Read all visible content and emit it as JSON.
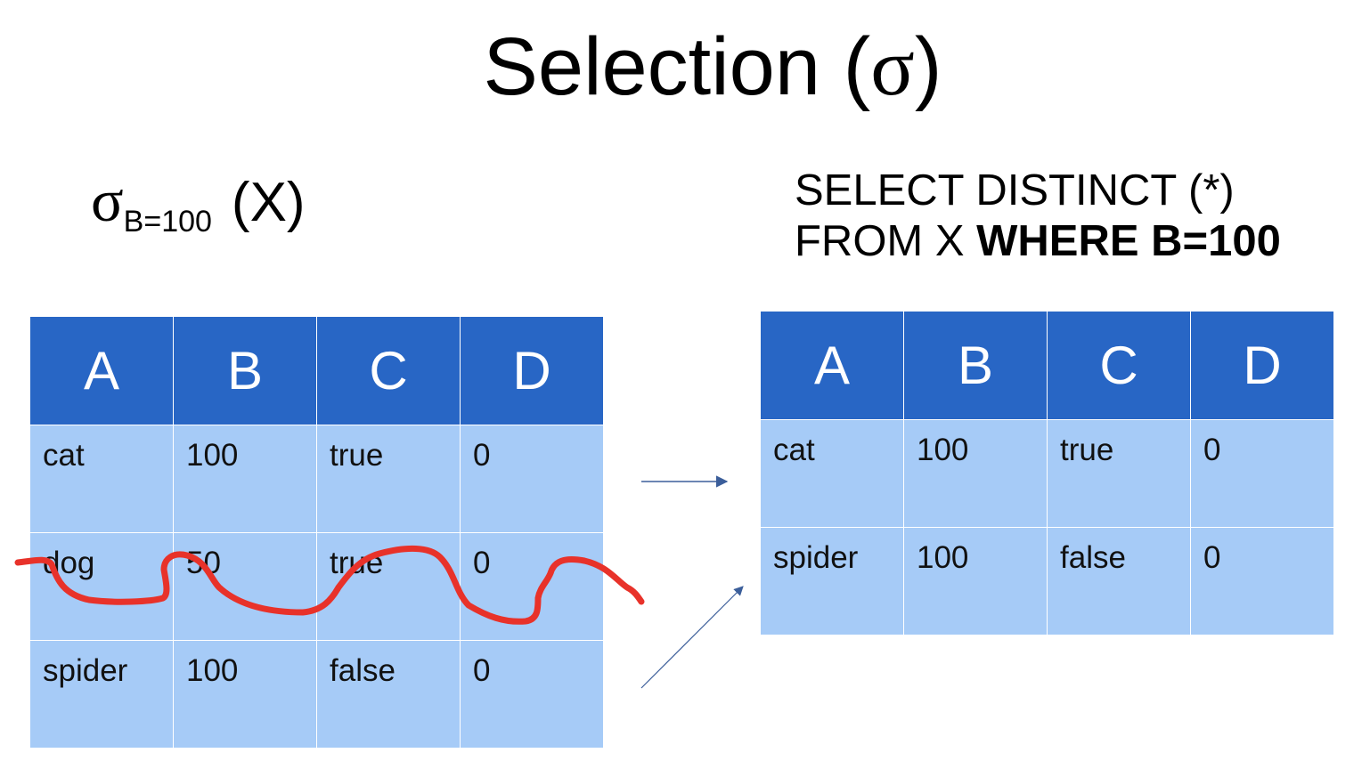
{
  "title": {
    "text": "Selection (",
    "sigma": "σ",
    "close": ")"
  },
  "formula": {
    "sigma": "σ",
    "subscript": "B=100",
    "argument": "(X)"
  },
  "sql": {
    "line1": "SELECT DISTINCT (*)",
    "line2_plain": "FROM X ",
    "line2_bold": "WHERE B=100"
  },
  "input_table": {
    "headers": [
      "A",
      "B",
      "C",
      "D"
    ],
    "rows": [
      [
        "cat",
        "100",
        "true",
        "0"
      ],
      [
        "dog",
        "50",
        "true",
        "0"
      ],
      [
        "spider",
        "100",
        "false",
        "0"
      ]
    ]
  },
  "result_table": {
    "headers": [
      "A",
      "B",
      "C",
      "D"
    ],
    "rows": [
      [
        "cat",
        "100",
        "true",
        "0"
      ],
      [
        "spider",
        "100",
        "false",
        "0"
      ]
    ]
  },
  "colors": {
    "header_bg": "#2866c5",
    "cell_bg": "#a6cbf7",
    "arrow": "#3b5e9a",
    "strike": "#e8322a"
  }
}
